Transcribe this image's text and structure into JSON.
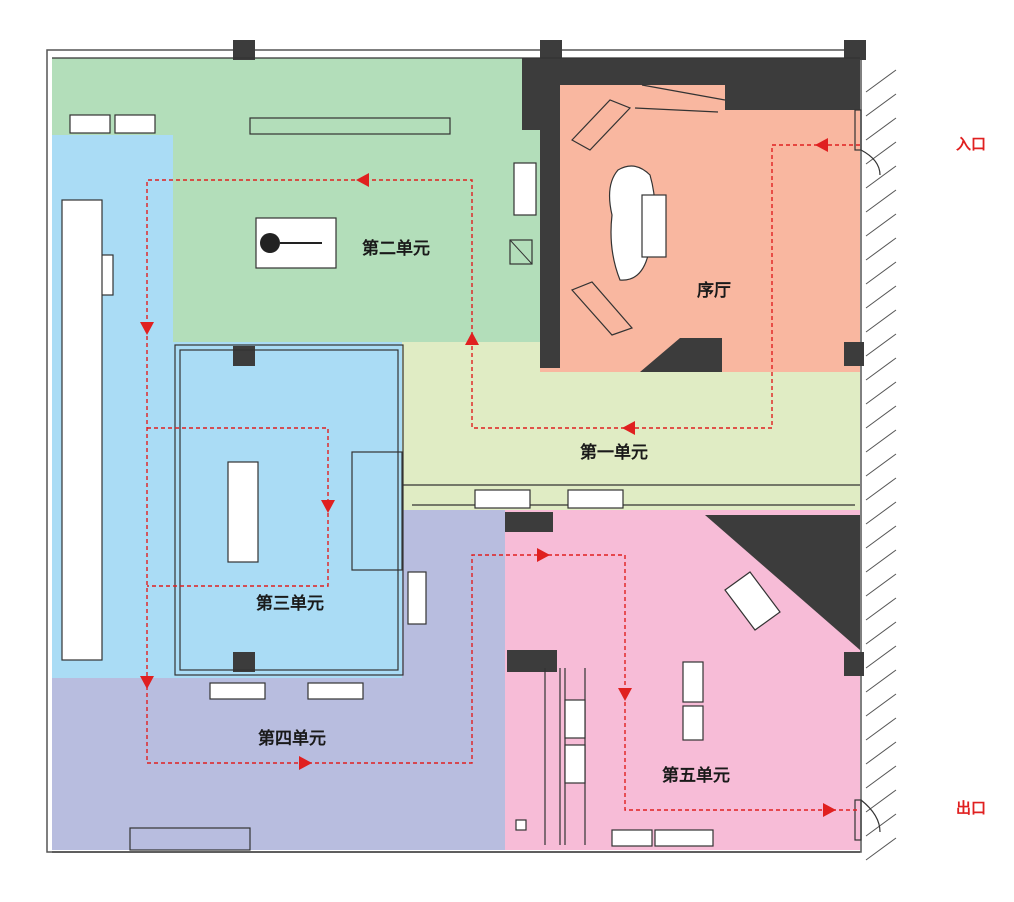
{
  "zones": {
    "prelude": {
      "label": "序厅",
      "color": "#f9b7a0"
    },
    "unit1": {
      "label": "第一单元",
      "color": "#e0ecc4"
    },
    "unit2": {
      "label": "第二单元",
      "color": "#b3deba"
    },
    "unit3": {
      "label": "第三单元",
      "color": "#aadcf5"
    },
    "unit4": {
      "label": "第四单元",
      "color": "#b8bddf"
    },
    "unit5": {
      "label": "第五单元",
      "color": "#f7bcd7"
    }
  },
  "entrance": {
    "label": "入口"
  },
  "exit": {
    "label": "出口"
  },
  "colors": {
    "route": "#e02020",
    "wall": "#3c3c3c"
  }
}
